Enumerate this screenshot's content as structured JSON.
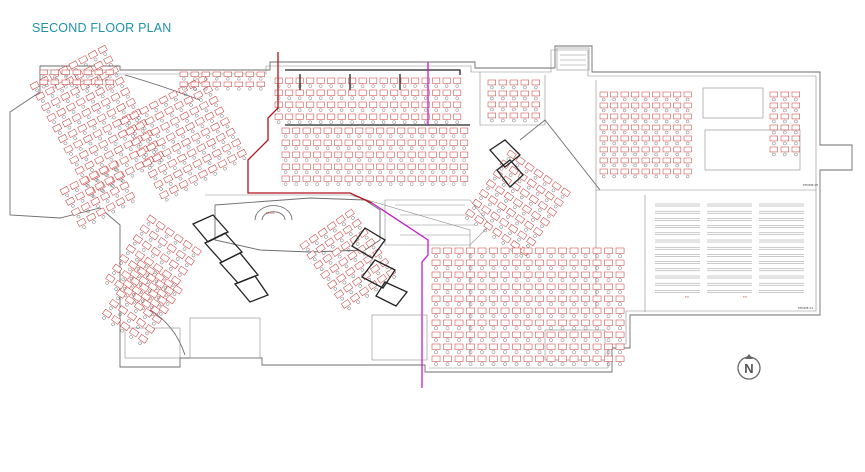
{
  "title": "SECOND FLOOR PLAN",
  "compass": {
    "letter": "N",
    "icon": "north-compass-icon"
  },
  "colors": {
    "title": "#1f93a8",
    "desk_outline": "#c9302c",
    "wall": "#6e6e6e",
    "boundary_red": "#b3121b",
    "boundary_magenta": "#c21ccd",
    "dark_partition": "#222222"
  },
  "room_labels": {
    "phone_a": "PHONE 05",
    "phone_b": "PHONE 01",
    "tv_a": "TV",
    "tv_b": "TV",
    "stair": "STAIR"
  }
}
